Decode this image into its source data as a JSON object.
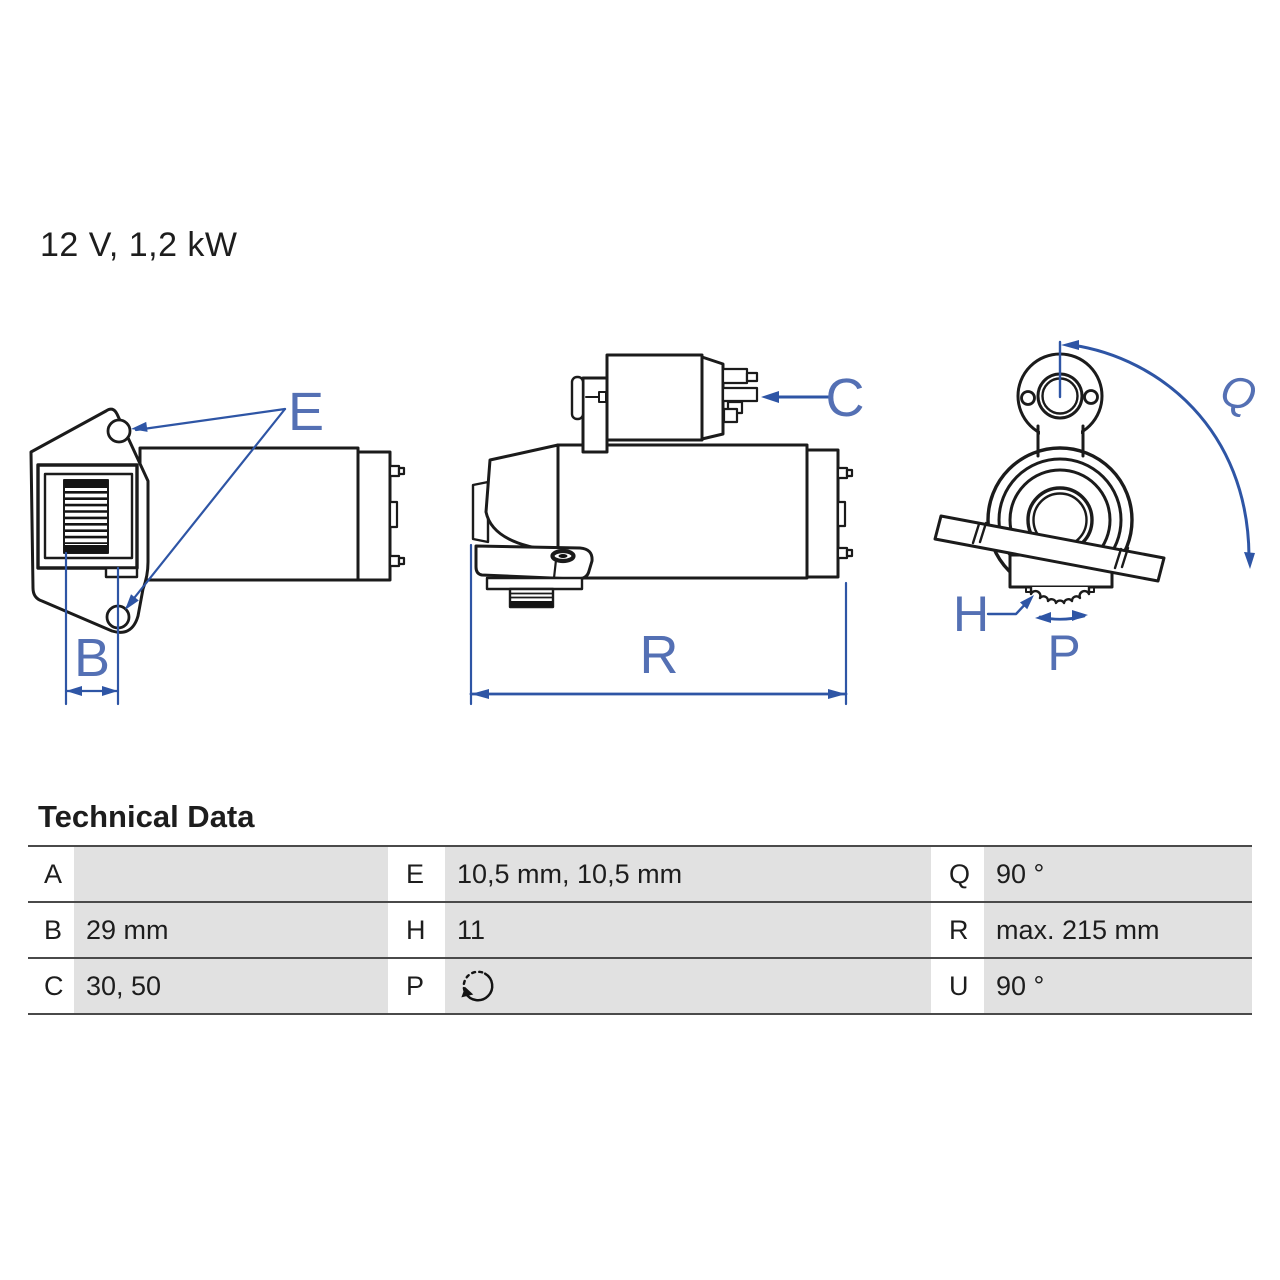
{
  "header": {
    "spec": "12 V, 1,2 kW"
  },
  "diagram": {
    "labels": {
      "B": "B",
      "E": "E",
      "C": "C",
      "R": "R",
      "Q": "Q",
      "H": "H",
      "P": "P"
    },
    "colors": {
      "line": "#1b1b1b",
      "dimension": "#2e55a5",
      "label": "#5470b4"
    },
    "views": [
      "front-flange-view",
      "side-view",
      "pinion-end-view"
    ]
  },
  "table": {
    "title": "Technical Data",
    "rows": [
      [
        {
          "key": "A",
          "value": ""
        },
        {
          "key": "E",
          "value": "10,5 mm, 10,5 mm"
        },
        {
          "key": "Q",
          "value": "90 °"
        }
      ],
      [
        {
          "key": "B",
          "value": "29 mm"
        },
        {
          "key": "H",
          "value": "11"
        },
        {
          "key": "R",
          "value": "max. 215 mm"
        }
      ],
      [
        {
          "key": "C",
          "value": "30, 50"
        },
        {
          "key": "P",
          "value": "",
          "icon": "rotation-direction-icon"
        },
        {
          "key": "U",
          "value": "90 °"
        }
      ]
    ]
  }
}
